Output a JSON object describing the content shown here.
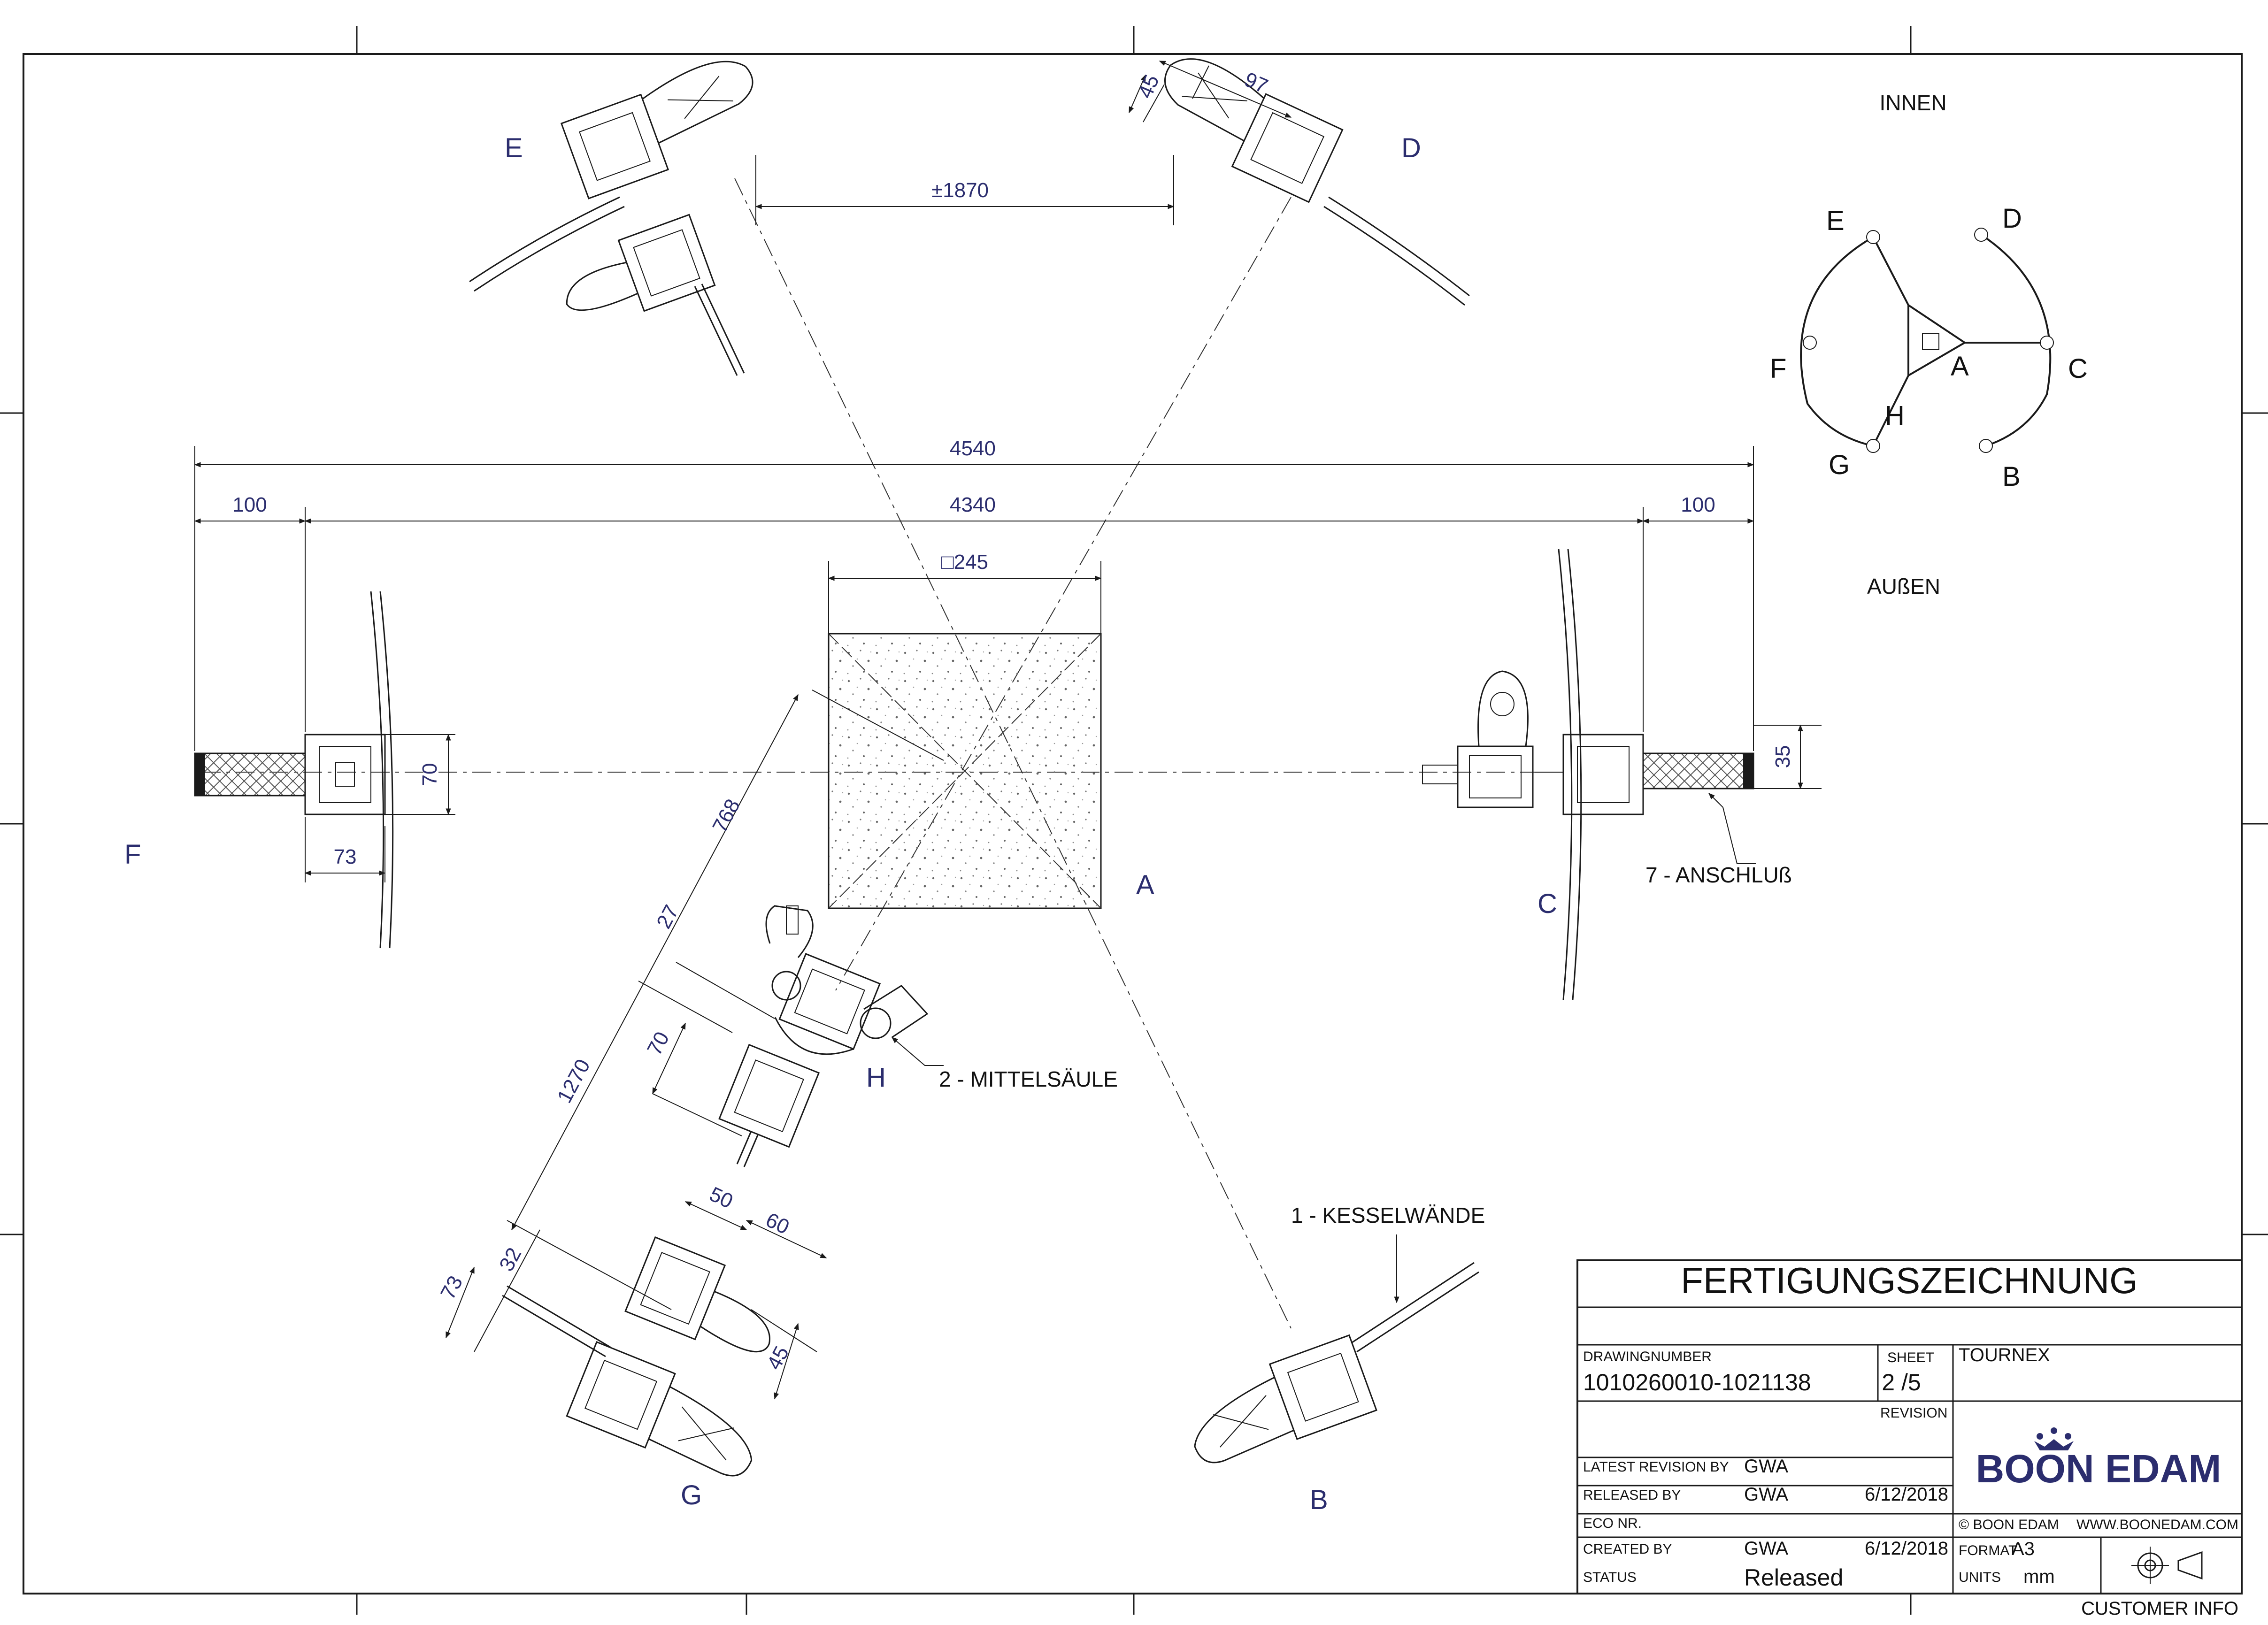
{
  "orientation": {
    "inside": "INNEN",
    "outside": "AUßEN"
  },
  "positions": [
    "A",
    "B",
    "C",
    "D",
    "E",
    "F",
    "G",
    "H"
  ],
  "dimensions": {
    "d1870": "±1870",
    "d4540": "4540",
    "d4340": "4340",
    "d100": "100",
    "d245": "□245",
    "d70": "70",
    "d73": "73",
    "d35": "35",
    "d768": "768",
    "d27": "27",
    "d1270": "1270",
    "d45": "45",
    "d97": "97",
    "d50": "50",
    "d60": "60",
    "d32": "32"
  },
  "callouts": {
    "mittelsaeule": "2 - MITTELSÄULE",
    "anschluss": "7 - ANSCHLUß",
    "kesselwaende": "1 - KESSELWÄNDE"
  },
  "title_block": {
    "title": "FERTIGUNGSZEICHNUNG",
    "drawingnumber_label": "DRAWINGNUMBER",
    "drawingnumber": "1010260010-1021138",
    "sheet_label": "SHEET",
    "sheet": "2 /5",
    "product": "TOURNEX",
    "revision_label": "REVISION",
    "latest_revision_by_label": "LATEST REVISION BY",
    "latest_revision_by": "GWA",
    "released_by_label": "RELEASED BY",
    "released_by": "GWA",
    "released_date": "6/12/2018",
    "eco_label": "ECO NR.",
    "created_by_label": "CREATED BY",
    "created_by": "GWA",
    "created_date": "6/12/2018",
    "status_label": "STATUS",
    "status": "Released",
    "logo_text": "BOON EDAM",
    "copyright": "© BOON EDAM",
    "website": "WWW.BOONEDAM.COM",
    "format_label": "FORMAT",
    "format": "A3",
    "units_label": "UNITS",
    "units": "mm",
    "customer_info": "CUSTOMER INFO"
  },
  "colors": {
    "dimension_text": "#2b2d6e",
    "line": "#1a1a1a",
    "hatch": "#555555"
  },
  "icons": [
    "crown-icon",
    "projection-symbol-icon"
  ]
}
